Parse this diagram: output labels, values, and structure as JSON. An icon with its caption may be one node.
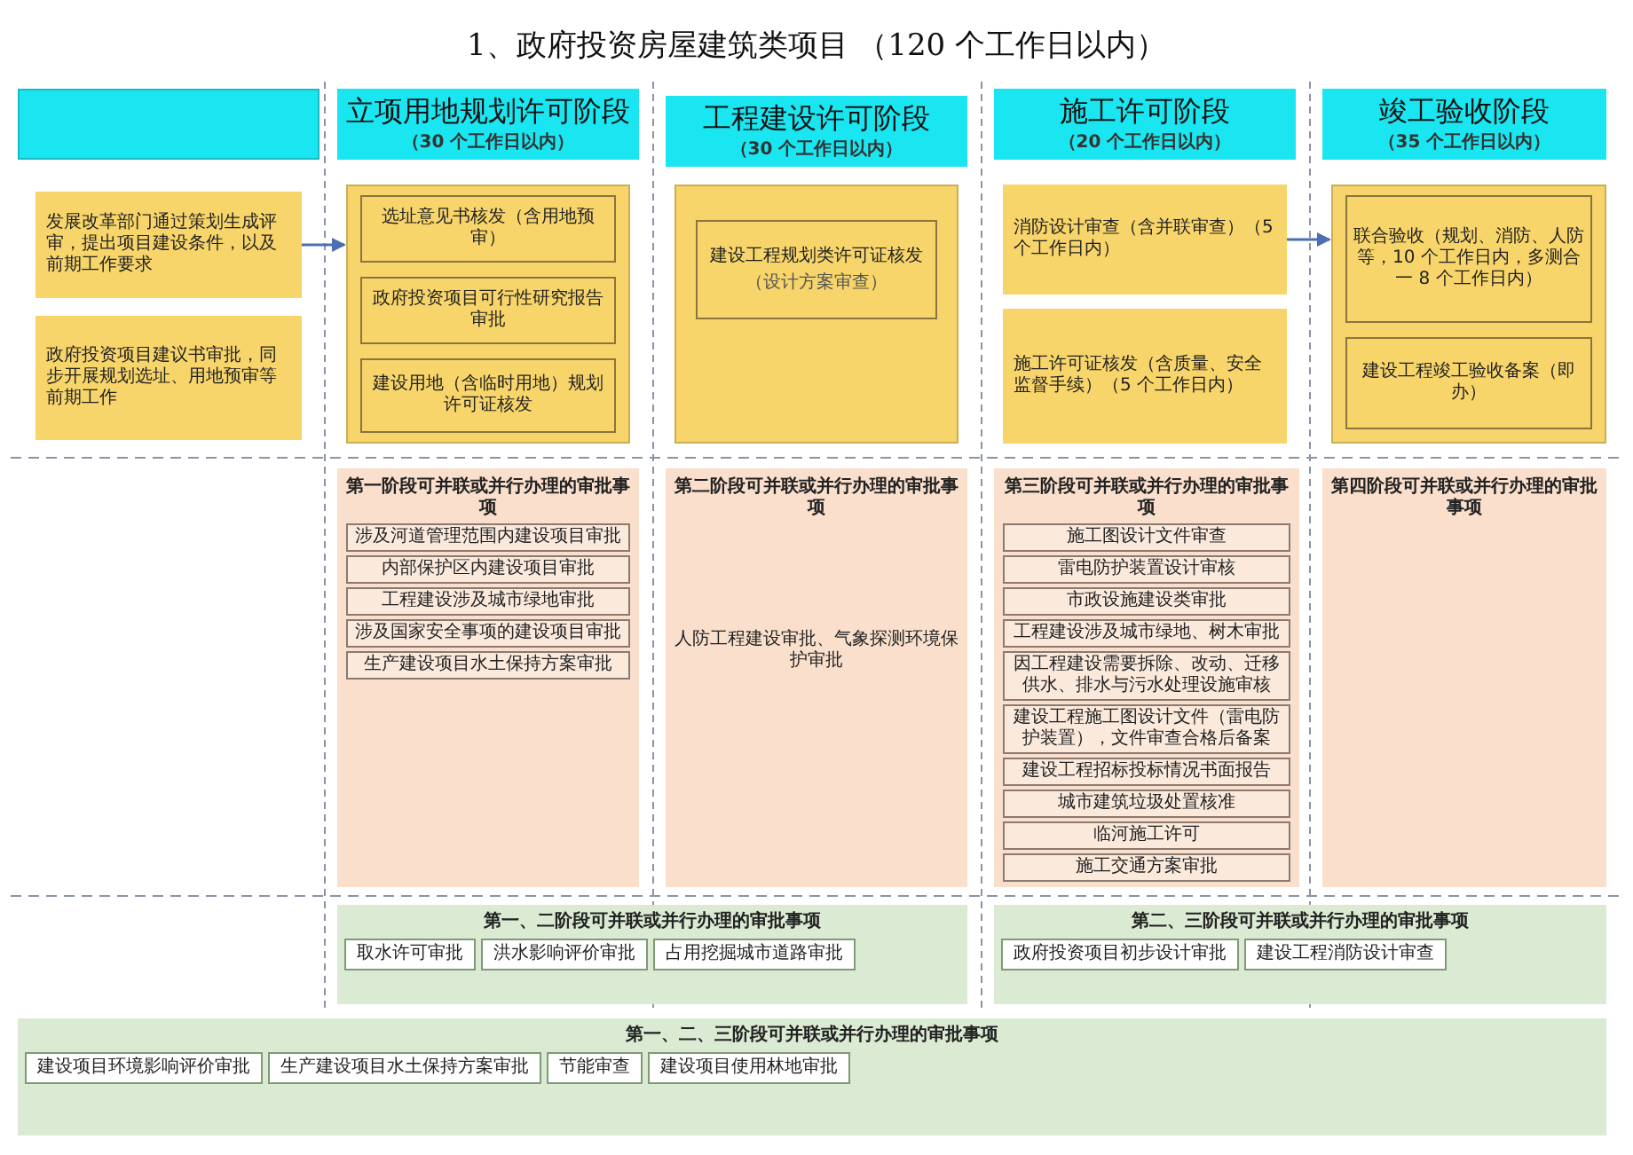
{
  "diagram": {
    "title": "1、政府投资房屋建筑类项目 （120 个工作日以内）",
    "nodes": [
      {
        "text": [],
        "shape": "box"
      },
      {
        "text": [
          "立项用地规划许可阶段",
          "（30 个工作日以内）"
        ]
      },
      {
        "text": [
          "工程建设许可阶段",
          "（30 个工作日以内）"
        ]
      },
      {
        "text": [
          "施工许可阶段",
          "（20 个工作日以内）"
        ]
      },
      {
        "text": [
          "竣工验收阶段",
          "（35 个工作日以内）"
        ]
      },
      {
        "text": [
          "发展改革部门通过策划生成评审，提出项目建设条件，以及前期工作要求"
        ]
      },
      {
        "text": [
          "政府投资项目建议书审批，同步开展规划选址、用地预审等前期工作"
        ]
      },
      {
        "text": [],
        "shape": "box"
      },
      {
        "text": [
          "选址意见书核发（含用地预审）"
        ],
        "in": 7
      },
      {
        "text": [
          "政府投资项目可行性研究报告审批"
        ],
        "in": 7
      },
      {
        "text": [
          "建设用地（含临时用地）规划许可证核发"
        ],
        "in": 7
      },
      {
        "text": [],
        "shape": "box"
      },
      {
        "text": [
          "建设工程规划类许可证核发",
          "（设计方案审查）"
        ],
        "in": 11
      },
      {
        "text": [
          "消防设计审查（含并联审查）（5 个工作日内）"
        ]
      },
      {
        "text": [
          "施工许可证核发（含质量、安全监督手续）（5 个工作日内）"
        ]
      },
      {
        "text": [],
        "shape": "box"
      },
      {
        "text": [
          "联合验收（规划、消防、人防等，10 个工作日内，多测合一 8 个工作日内）"
        ],
        "in": 15
      },
      {
        "text": [
          "建设工程竣工验收备案（即办）"
        ],
        "in": 15
      },
      {
        "text": [
          "第一阶段可并联或并行办理的审批事项"
        ]
      },
      {
        "text": [
          "涉及河道管理范围内建设项目审批"
        ],
        "in": 18
      },
      {
        "text": [
          "内部保护区内建设项目审批"
        ],
        "in": 18
      },
      {
        "text": [
          "工程建设涉及城市绿地审批"
        ],
        "in": 18
      },
      {
        "text": [
          "涉及国家安全事项的建设项目审批"
        ],
        "in": 18
      },
      {
        "text": [
          "生产建设项目水土保持方案审批"
        ],
        "in": 18
      },
      {
        "text": [
          "第二阶段可并联或并行办理的审批事项",
          "人防工程建设审批、气象探测环境保护审批"
        ]
      },
      {
        "text": [
          "第三阶段可并联或并行办理的审批事项"
        ]
      },
      {
        "text": [
          "施工图设计文件审查"
        ],
        "in": 25
      },
      {
        "text": [
          "雷电防护装置设计审核"
        ],
        "in": 25
      },
      {
        "text": [
          "市政设施建设类审批"
        ],
        "in": 25
      },
      {
        "text": [
          "工程建设涉及城市绿地、树木审批"
        ],
        "in": 25
      },
      {
        "text": [
          "因工程建设需要拆除、改动、迁移供水、排水与污水处理设施审核"
        ],
        "in": 25
      },
      {
        "text": [
          "建设工程施工图设计文件（雷电防护装置），文件审查合格后备案"
        ],
        "in": 25
      },
      {
        "text": [
          "建设工程招标投标情况书面报告"
        ],
        "in": 25
      },
      {
        "text": [
          "城市建筑垃圾处置核准"
        ],
        "in": 25
      },
      {
        "text": [
          "临河施工许可"
        ],
        "in": 25
      },
      {
        "text": [
          "施工交通方案审批"
        ],
        "in": 25
      },
      {
        "text": [
          "第四阶段可并联或并行办理的审批事项"
        ]
      },
      {
        "text": [
          "第一、二阶段可并联或并行办理的审批事项"
        ]
      },
      {
        "text": [
          "取水许可审批"
        ],
        "in": 37
      },
      {
        "text": [
          "洪水影响评价审批"
        ],
        "in": 37
      },
      {
        "text": [
          "占用挖掘城市道路审批"
        ],
        "in": 37
      },
      {
        "text": [
          "第二、三阶段可并联或并行办理的审批事项"
        ]
      },
      {
        "text": [
          "政府投资项目初步设计审批"
        ],
        "in": 41
      },
      {
        "text": [
          "建设工程消防设计审查"
        ],
        "in": 41
      },
      {
        "text": [
          "第一、二、三阶段可并联或并行办理的审批事项"
        ]
      },
      {
        "text": [
          "建设项目环境影响评价审批"
        ],
        "in": 44
      },
      {
        "text": [
          "生产建设项目水土保持方案审批"
        ],
        "in": 44
      },
      {
        "text": [
          "节能审查"
        ],
        "in": 44
      },
      {
        "text": [
          "建设项目使用林地审批"
        ],
        "in": 44
      }
    ],
    "edges": [
      {
        "from": 5,
        "to": 7,
        "arrow": "to"
      },
      {
        "from": 13,
        "to": 15,
        "arrow": "to"
      }
    ]
  }
}
